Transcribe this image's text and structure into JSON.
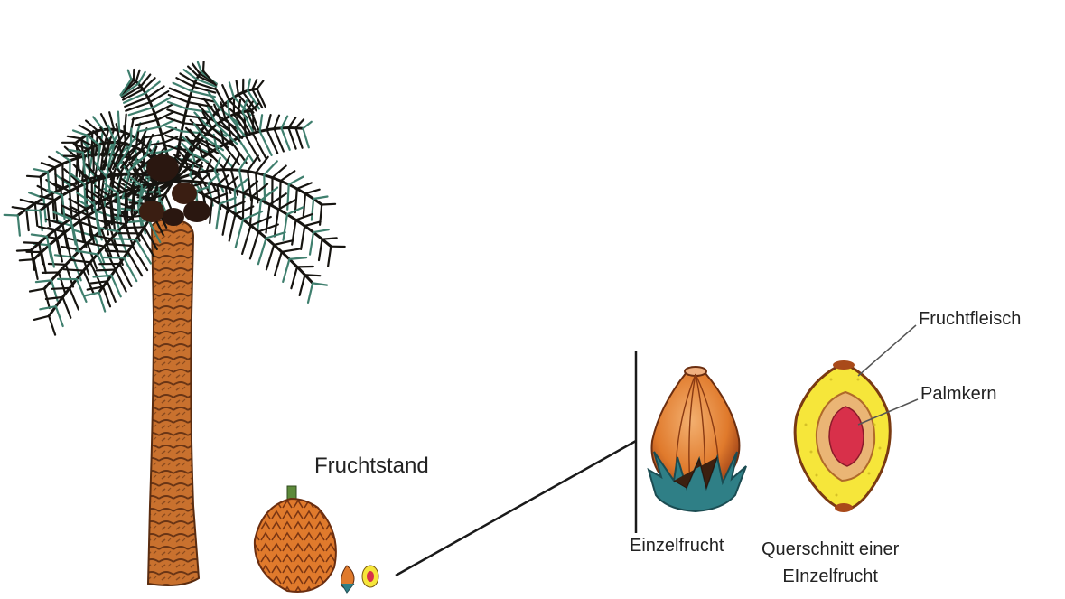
{
  "labels": {
    "fruchtstand": "Fruchtstand",
    "fruchtfleisch": "Fruchtfleisch",
    "palmkern": "Palmkern",
    "einzelfrucht": "Einzelfrucht",
    "querschnitt_line1": "Querschnitt einer",
    "querschnitt_line2": "EInzelfrucht"
  },
  "colors": {
    "trunk": "#c9712e",
    "trunk_dark": "#6a3515",
    "frond_green": "#3f7f6e",
    "frond_dark": "#161410",
    "fruit_orange": "#e07a2c",
    "fruit_highlight": "#f3b070",
    "calyx_teal": "#2f7f86",
    "flesh_yellow": "#f6e63a",
    "flesh_inner": "#eab575",
    "kernel_red": "#d8304a",
    "line": "#1a1a1a"
  },
  "icons": [
    "oil-palm-tree-illustration",
    "fruit-bunch-illustration",
    "single-fruit-illustration",
    "fruit-cross-section-illustration"
  ]
}
